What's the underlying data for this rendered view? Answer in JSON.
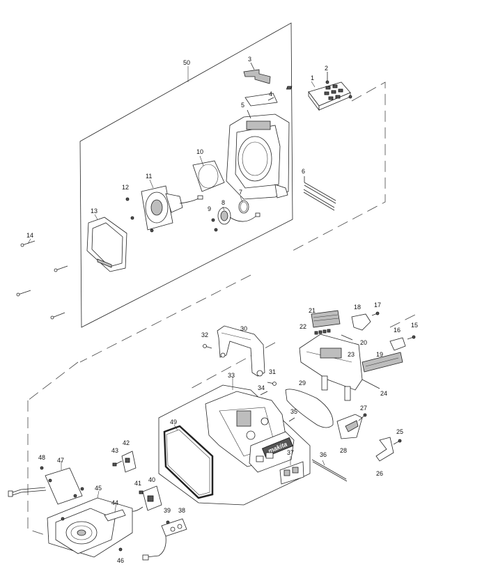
{
  "diagram": {
    "part_labels": {
      "p1": "1",
      "p2": "2",
      "p3": "3",
      "p4": "4",
      "p5": "5",
      "p6": "6",
      "p7": "7",
      "p8": "8",
      "p9": "9",
      "p10": "10",
      "p11": "11",
      "p12": "12",
      "p13": "13",
      "p14": "14",
      "p15": "15",
      "p16": "16",
      "p17": "17",
      "p18": "18",
      "p19": "19",
      "p20": "20",
      "p21": "21",
      "p22": "22",
      "p23": "23",
      "p24": "24",
      "p25": "25",
      "p26": "26",
      "p27": "27",
      "p28": "28",
      "p29": "29",
      "p30": "30",
      "p31": "31",
      "p32": "32",
      "p33": "33",
      "p34": "34",
      "p35": "35",
      "p36": "36",
      "p37": "37",
      "p38": "38",
      "p39": "39",
      "p40": "40",
      "p41": "41",
      "p42": "42",
      "p43": "43",
      "p44": "44",
      "p45": "45",
      "p46": "46",
      "p47": "47",
      "p48": "48",
      "p49": "49",
      "p50": "50"
    },
    "brand_mark": "makita"
  }
}
